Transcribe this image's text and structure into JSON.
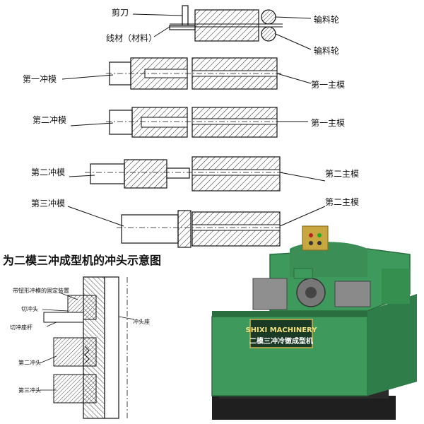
{
  "top_diagram": {
    "labels": {
      "cutter": "剪刀",
      "wire": "线材（材料）",
      "feed_roller_1": "输料轮",
      "feed_roller_2": "输料轮",
      "first_punch": "第一冲模",
      "first_main_die": "第一主模",
      "second_punch_a": "第二冲模",
      "first_main_die_b": "第一主模",
      "second_punch_b": "第二冲模",
      "second_main_die_a": "第二主模",
      "third_punch": "第三冲模",
      "second_main_die_b": "第二主模"
    }
  },
  "caption": "为二模三冲成型机的冲头示意图",
  "side_diagram": {
    "labels": {
      "label_top": "带钮形冲模的固定装置",
      "cut_head": "切冲头",
      "cut_punch_holder": "切冲座杆",
      "punch_seat": "冲头座",
      "second_punch": "第二冲头",
      "third_punch": "第三冲头"
    }
  },
  "machine": {
    "brand_plate": "SHIXI MACHINERY",
    "model_plate": "二模三冲冷镦成型机",
    "colors": {
      "body": "#3e9a5c",
      "body_dark": "#2a6e40",
      "base": "#1f1f1f",
      "panel": "#c8a640"
    }
  }
}
